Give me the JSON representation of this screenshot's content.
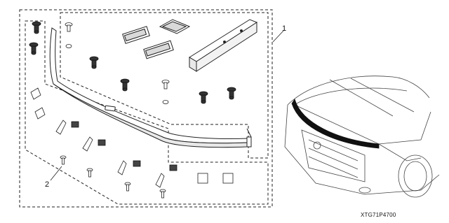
{
  "diagram": {
    "callouts": [
      {
        "label": "1"
      },
      {
        "label": "2"
      }
    ],
    "part_code": "XTG71P4700",
    "colors": {
      "line": "#222222",
      "fill_dark": "#111111",
      "fill_light": "#e8e8e8"
    }
  }
}
